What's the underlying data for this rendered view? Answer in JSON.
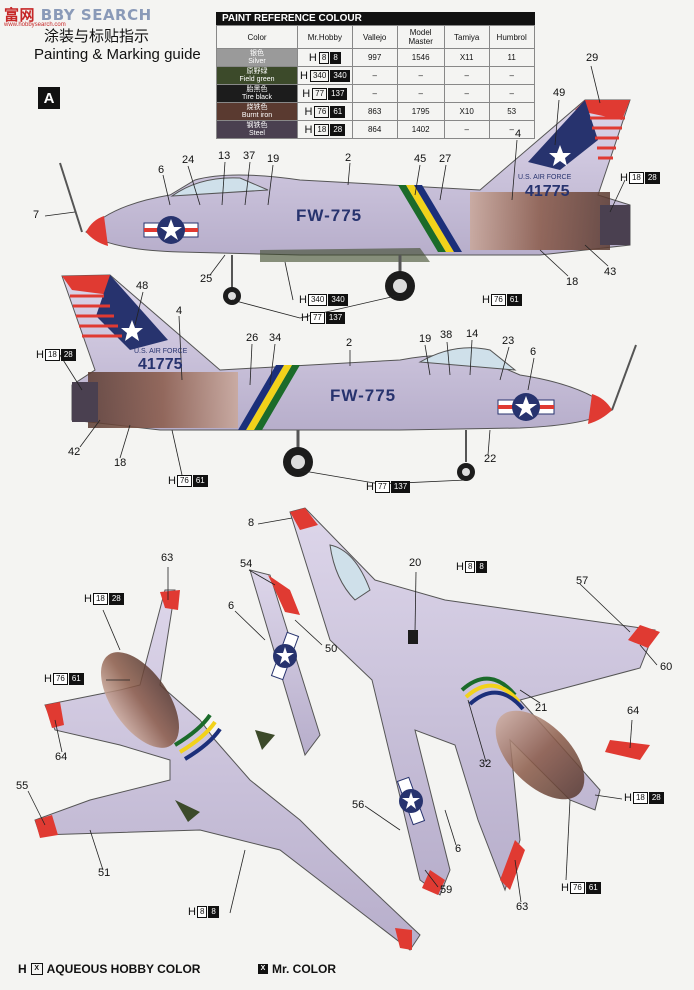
{
  "watermark": {
    "text1": "富",
    "text2": "网",
    "text3": "BBY SEARCH",
    "url": "www.hobbysearch.com"
  },
  "header": {
    "title_cn": "涂装与标贴指示",
    "title_en": "Painting & Marking guide",
    "panel_label": "A"
  },
  "table": {
    "caption": "PAINT REFERENCE COLOUR",
    "headers": [
      "Color",
      "Mr.Hobby",
      "Vallejo",
      "Model Master",
      "Tamiya",
      "Humbrol"
    ],
    "rows": [
      {
        "cn": "银色",
        "en": "Silver",
        "swatch": "#9a9a9a",
        "h_a": "8",
        "h_b": "8",
        "vallejo": "997",
        "mm": "1546",
        "tamiya": "X11",
        "humbrol": "11"
      },
      {
        "cn": "原野绿",
        "en": "Field green",
        "swatch": "#3c4a2a",
        "h_a": "340",
        "h_b": "340",
        "vallejo": "–",
        "mm": "–",
        "tamiya": "–",
        "humbrol": "–"
      },
      {
        "cn": "胎黑色",
        "en": "Tire black",
        "swatch": "#1c1c1c",
        "h_a": "77",
        "h_b": "137",
        "vallejo": "–",
        "mm": "–",
        "tamiya": "–",
        "humbrol": "–"
      },
      {
        "cn": "烧铁色",
        "en": "Burnt iron",
        "swatch": "#5a3a30",
        "h_a": "76",
        "h_b": "61",
        "vallejo": "863",
        "mm": "1795",
        "tamiya": "X10",
        "humbrol": "53"
      },
      {
        "cn": "钢铁色",
        "en": "Steel",
        "swatch": "#4a4050",
        "h_a": "18",
        "h_b": "28",
        "vallejo": "864",
        "mm": "1402",
        "tamiya": "–",
        "humbrol": "–"
      }
    ]
  },
  "aircraft": {
    "code": "FW-775",
    "serial": "41775",
    "service": "U.S. AIR FORCE"
  },
  "callouts": {
    "c29": "29",
    "c49": "49",
    "c4a": "4",
    "c13": "13",
    "c37": "37",
    "c19a": "19",
    "c2a": "2",
    "c45": "45",
    "c27": "27",
    "c6a": "6",
    "c24": "24",
    "c7": "7",
    "c25": "25",
    "c18a": "18",
    "c43": "43",
    "c48": "48",
    "c4b": "4",
    "c26": "26",
    "c34": "34",
    "c2b": "2",
    "c19b": "19",
    "c38": "38",
    "c14": "14",
    "c23": "23",
    "c6b": "6",
    "c42": "42",
    "c18b": "18",
    "c22": "22",
    "c8": "8",
    "c20": "20",
    "c57": "57",
    "c60": "60",
    "c21": "21",
    "c64a": "64",
    "c32": "32",
    "c56": "56",
    "c6c": "6",
    "c59": "59",
    "c63a": "63",
    "c63b": "63",
    "c54": "54",
    "c6d": "6",
    "c50": "50",
    "c64b": "64",
    "c55": "55",
    "c51": "51"
  },
  "hcodes": {
    "h1828": {
      "h": "H",
      "a": "18",
      "b": "28"
    },
    "h340": {
      "h": "H",
      "a": "340",
      "b": "340"
    },
    "h77137": {
      "h": "H",
      "a": "77",
      "b": "137"
    },
    "h7661": {
      "h": "H",
      "a": "76",
      "b": "61"
    },
    "h88": {
      "h": "H",
      "a": "8",
      "b": "8"
    }
  },
  "footer": {
    "left_h": "H",
    "left_x": "X",
    "left_text": "AQUEOUS HOBBY COLOR",
    "right_x": "X",
    "right_text": "Mr. COLOR"
  },
  "colors": {
    "silver": "#c9c2d8",
    "red": "#e03a32",
    "blue": "#27336e",
    "steel": "#7a5a4a"
  }
}
